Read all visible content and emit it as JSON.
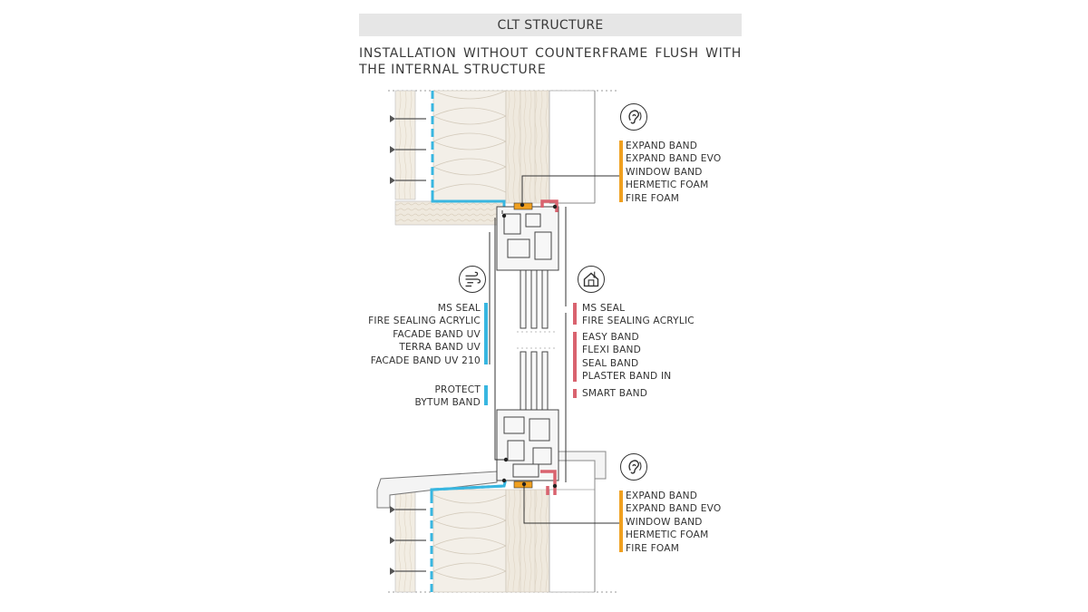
{
  "header": {
    "title": "CLT STRUCTURE",
    "subtitle": "INSTALLATION WITHOUT COUNTERFRAME FLUSH WITH THE INTERNAL STRUCTURE"
  },
  "colors": {
    "orange": "#f0a020",
    "blue": "#38b6e0",
    "red": "#d9636f",
    "line": "#333333",
    "wood": "#eee8dc"
  },
  "icons": {
    "top_right": "ear-acoustic-icon",
    "middle_left": "wind-icon",
    "middle_right": "house-thermal-icon",
    "bottom_right": "ear-acoustic-icon"
  },
  "labels": {
    "top_right": [
      "EXPAND BAND",
      "EXPAND BAND EVO",
      "WINDOW BAND",
      "HERMETIC FOAM",
      "FIRE FOAM"
    ],
    "left_group_1": [
      "MS SEAL",
      "FIRE SEALING ACRYLIC",
      "FACADE BAND UV",
      "TERRA BAND UV",
      "FACADE BAND UV 210"
    ],
    "left_group_2": [
      "PROTECT",
      "BYTUM BAND"
    ],
    "right_group_1": [
      "MS SEAL",
      "FIRE SEALING ACRYLIC"
    ],
    "right_group_2": [
      "EASY BAND",
      "FLEXI BAND",
      "SEAL BAND",
      "PLASTER BAND IN"
    ],
    "right_group_3": [
      "SMART BAND"
    ],
    "bottom_right": [
      "EXPAND BAND",
      "EXPAND BAND EVO",
      "WINDOW BAND",
      "HERMETIC FOAM",
      "FIRE FOAM"
    ]
  }
}
